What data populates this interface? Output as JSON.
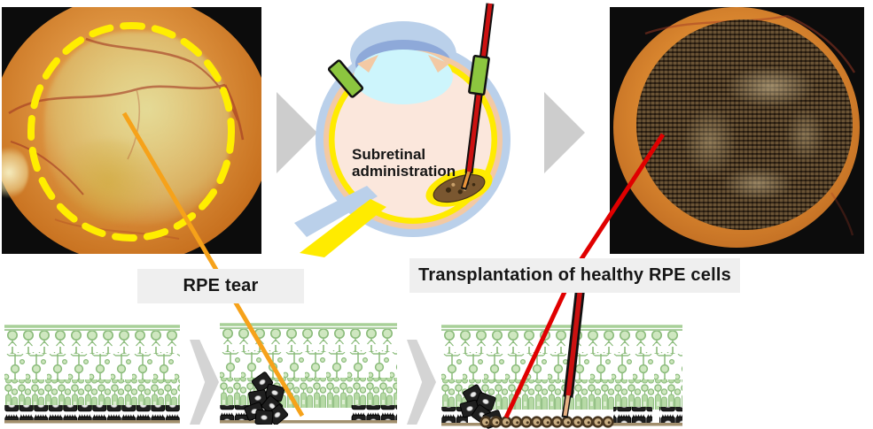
{
  "labels": {
    "rpe_tear": "RPE tear",
    "transplantation": "Transplantation of healthy RPE cells",
    "subretinal": "Subretinal administration"
  },
  "colors": {
    "dashed_outline_yellow": "#ffee00",
    "pointer_orange": "#f6a21a",
    "pointer_red": "#e00000",
    "instrument_green": "#8cc63f",
    "needle_red": "#cc1111",
    "needle_tip_tan": "#e8b285",
    "retina_green_stroke": "#8abb7a",
    "retina_green_fill": "#cfe7c0",
    "rpe_black": "#1e1e1e",
    "membrane_tan": "#a28f6d",
    "label_background": "#efefef",
    "arrow_gray": "#cdcdcd",
    "fundus_orange": "#d9862f"
  }
}
